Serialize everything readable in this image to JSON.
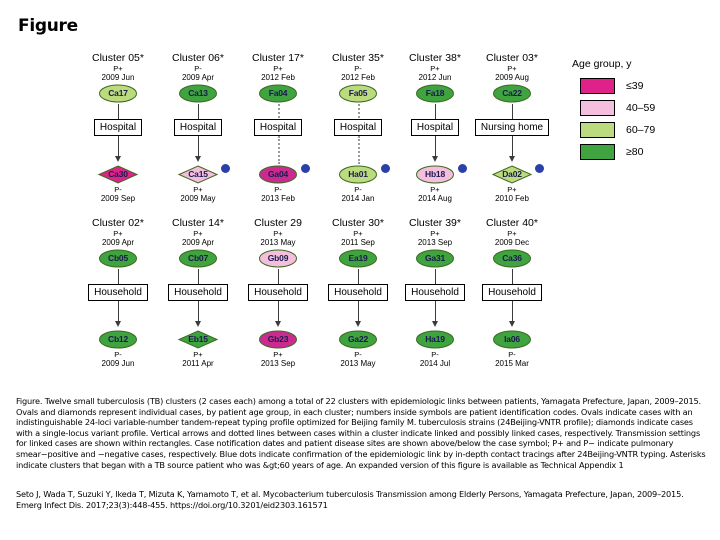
{
  "slide": {
    "title": "Figure"
  },
  "legend": {
    "title": "Age group, y",
    "items": [
      {
        "label": "≤39",
        "color": "#e0218a"
      },
      {
        "label": "40–59",
        "color": "#f5bede"
      },
      {
        "label": "60–79",
        "color": "#bcdb7f"
      },
      {
        "label": "≥80",
        "color": "#3fa33f"
      }
    ]
  },
  "clusters": [
    {
      "name": "Cluster 05*",
      "setting": "Hospital",
      "link": "linked",
      "source": {
        "code": "Ca17",
        "site": "P+",
        "date": "2009 Jun",
        "shape": "oval",
        "color": "#bcdb7f",
        "dot": false
      },
      "contact": {
        "code": "Ca30",
        "site": "P-",
        "date": "2009 Sep",
        "shape": "diamond",
        "color": "#e0218a",
        "dot": false
      }
    },
    {
      "name": "Cluster 06*",
      "setting": "Hospital",
      "link": "linked",
      "source": {
        "code": "Ca13",
        "site": "P-",
        "date": "2009 Apr",
        "shape": "oval",
        "color": "#3fa33f",
        "dot": false
      },
      "contact": {
        "code": "Ca15",
        "site": "P+",
        "date": "2009 May",
        "shape": "diamond",
        "color": "#f5bede",
        "dot": true
      }
    },
    {
      "name": "Cluster 17*",
      "setting": "Hospital",
      "link": "possibly-linked",
      "source": {
        "code": "Fa04",
        "site": "P+",
        "date": "2012 Feb",
        "shape": "oval",
        "color": "#3fa33f",
        "dot": false
      },
      "contact": {
        "code": "Ga04",
        "site": "P-",
        "date": "2013 Feb",
        "shape": "oval",
        "color": "#cc2a90",
        "dot": true
      }
    },
    {
      "name": "Cluster 35*",
      "setting": "Hospital",
      "link": "possibly-linked",
      "source": {
        "code": "Fa05",
        "site": "P-",
        "date": "2012 Feb",
        "shape": "oval",
        "color": "#bcdb7f",
        "dot": false
      },
      "contact": {
        "code": "Ha01",
        "site": "P-",
        "date": "2014 Jan",
        "shape": "oval",
        "color": "#bcdb7f",
        "dot": true
      }
    },
    {
      "name": "Cluster 38*",
      "setting": "Hospital",
      "link": "linked",
      "source": {
        "code": "Fa18",
        "site": "P+",
        "date": "2012 Jun",
        "shape": "oval",
        "color": "#3fa33f",
        "dot": false
      },
      "contact": {
        "code": "Hb18",
        "site": "P+",
        "date": "2014 Aug",
        "shape": "oval",
        "color": "#f5bede",
        "dot": true
      }
    },
    {
      "name": "Cluster 03*",
      "setting": "Nursing home",
      "link": "linked",
      "source": {
        "code": "Ca22",
        "site": "P+",
        "date": "2009 Aug",
        "shape": "oval",
        "color": "#3fa33f",
        "dot": false
      },
      "contact": {
        "code": "Da02",
        "site": "P+",
        "date": "2010 Feb",
        "shape": "diamond",
        "color": "#bcdb7f",
        "dot": true
      }
    },
    {
      "name": "Cluster 02*",
      "setting": "Household",
      "link": "linked",
      "source": {
        "code": "Cb05",
        "site": "P+",
        "date": "2009 Apr",
        "shape": "oval",
        "color": "#3fa33f",
        "dot": false
      },
      "contact": {
        "code": "Cb12",
        "site": "P-",
        "date": "2009 Jun",
        "shape": "oval",
        "color": "#3fa33f",
        "dot": false
      }
    },
    {
      "name": "Cluster 14*",
      "setting": "Household",
      "link": "linked",
      "source": {
        "code": "Cb07",
        "site": "P+",
        "date": "2009 Apr",
        "shape": "oval",
        "color": "#3fa33f",
        "dot": false
      },
      "contact": {
        "code": "Eb15",
        "site": "P+",
        "date": "2011 Apr",
        "shape": "diamond",
        "color": "#3fa33f",
        "dot": false
      }
    },
    {
      "name": "Cluster 29",
      "setting": "Household",
      "link": "linked",
      "source": {
        "code": "Gb09",
        "site": "P+",
        "date": "2013 May",
        "shape": "oval",
        "color": "#f5bede",
        "dot": false
      },
      "contact": {
        "code": "Gb23",
        "site": "P+",
        "date": "2013 Sep",
        "shape": "oval",
        "color": "#cc2a90",
        "dot": false
      }
    },
    {
      "name": "Cluster 30*",
      "setting": "Household",
      "link": "linked",
      "source": {
        "code": "Ea19",
        "site": "P+",
        "date": "2011 Sep",
        "shape": "oval",
        "color": "#3fa33f",
        "dot": false
      },
      "contact": {
        "code": "Ga22",
        "site": "P-",
        "date": "2013 May",
        "shape": "oval",
        "color": "#3fa33f",
        "dot": false
      }
    },
    {
      "name": "Cluster 39*",
      "setting": "Household",
      "link": "linked",
      "source": {
        "code": "Ga31",
        "site": "P+",
        "date": "2013 Sep",
        "shape": "oval",
        "color": "#3fa33f",
        "dot": false
      },
      "contact": {
        "code": "Ha19",
        "site": "P-",
        "date": "2014 Jul",
        "shape": "oval",
        "color": "#3fa33f",
        "dot": false
      }
    },
    {
      "name": "Cluster 40*",
      "setting": "Household",
      "link": "linked",
      "source": {
        "code": "Ca36",
        "site": "P+",
        "date": "2009 Dec",
        "shape": "oval",
        "color": "#3fa33f",
        "dot": false
      },
      "contact": {
        "code": "Ia06",
        "site": "P-",
        "date": "2015 Mar",
        "shape": "oval",
        "color": "#3fa33f",
        "dot": false
      }
    }
  ],
  "caption": {
    "body": "Figure. Twelve small tuberculosis (TB) clusters (2 cases each) among a total of 22 clusters with epidemiologic links between patients, Yamagata Prefecture, Japan, 2009–2015. Ovals and diamonds represent individual cases, by patient age group, in each cluster; numbers inside symbols are patient identification codes. Ovals indicate cases with an indistinguishable 24-loci variable-number tandem-repeat typing profile optimized for Beijing family M. tuberculosis strains (24Beijing-VNTR profile); diamonds indicate cases with a single-locus variant profile. Vertical arrows and dotted lines between cases within a cluster indicate linked and possibly linked cases, respectively. Transmission settings for linked cases are shown within rectangles. Case notification dates and patient disease sites are shown above/below the case symbol; P+ and P− indicate pulmonary smear−positive and −negative cases, respectively. Blue dots indicate confirmation of the epidemiologic link by in-depth contact tracings after 24Beijing-VNTR typing. Asterisks indicate clusters that began with a TB source patient who was &gt;60 years of age. An expanded version of this figure is available as Technical Appendix 1",
    "citation": "Seto J, Wada T, Suzuki Y, Ikeda T, Mizuta K, Yamamoto T, et al. Mycobacterium tuberculosis Transmission among Elderly Persons, Yamagata Prefecture, Japan, 2009–2015. Emerg Infect Dis. 2017;23(3):448-455. https://doi.org/10.3201/eid2303.161571"
  }
}
